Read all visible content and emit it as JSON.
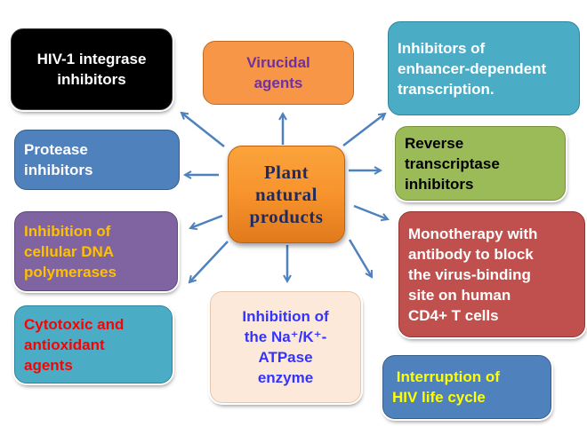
{
  "diagram": {
    "center": {
      "lines": [
        "Plant",
        "natural",
        "products"
      ],
      "color": "#f7932c",
      "text_color": "#1f2a5e"
    },
    "nodes": [
      {
        "id": "integrase",
        "lines": [
          "HIV-1 integrase",
          "inhibitors"
        ],
        "fill": "#000000",
        "text_color": "#ffffff"
      },
      {
        "id": "virucidal",
        "lines": [
          "Virucidal",
          "agents"
        ],
        "fill": "#f79646",
        "text_color": "#7030a0"
      },
      {
        "id": "enhancer",
        "lines": [
          "Inhibitors of",
          "enhancer-dependent",
          "transcription."
        ],
        "fill": "#4bacc6",
        "text_color": "#ffffff"
      },
      {
        "id": "protease",
        "lines": [
          "Protease",
          "inhibitors"
        ],
        "fill": "#4f81bd",
        "text_color": "#ffffff"
      },
      {
        "id": "reverse",
        "lines": [
          "Reverse",
          "transcriptase",
          "inhibitors"
        ],
        "fill": "#9bbb59",
        "text_color": "#000000"
      },
      {
        "id": "dna",
        "lines": [
          "Inhibition of",
          "cellular DNA",
          "polymerases"
        ],
        "fill": "#8064a2",
        "text_color": "#ffc000"
      },
      {
        "id": "mono",
        "lines": [
          "Monotherapy with",
          "antibody to block",
          "the virus-binding",
          "site on human",
          "CD4+ T cells"
        ],
        "fill": "#c0504d",
        "text_color": "#ffffff"
      },
      {
        "id": "cytotoxic",
        "lines": [
          "Cytotoxic and",
          "antioxidant",
          "agents"
        ],
        "fill": "#4bacc6",
        "text_color": "#ff0000"
      },
      {
        "id": "atpase",
        "lines": [
          "Inhibition of",
          "the Na⁺/K⁺-",
          "ATPase",
          "enzyme"
        ],
        "fill": "#fde9d9",
        "text_color": "#3333ff"
      },
      {
        "id": "interruption",
        "lines": [
          " Interruption of",
          "HIV life cycle"
        ],
        "fill": "#4f81bd",
        "text_color": "#ffff00"
      }
    ],
    "arrow_color": "#4f81bd"
  }
}
